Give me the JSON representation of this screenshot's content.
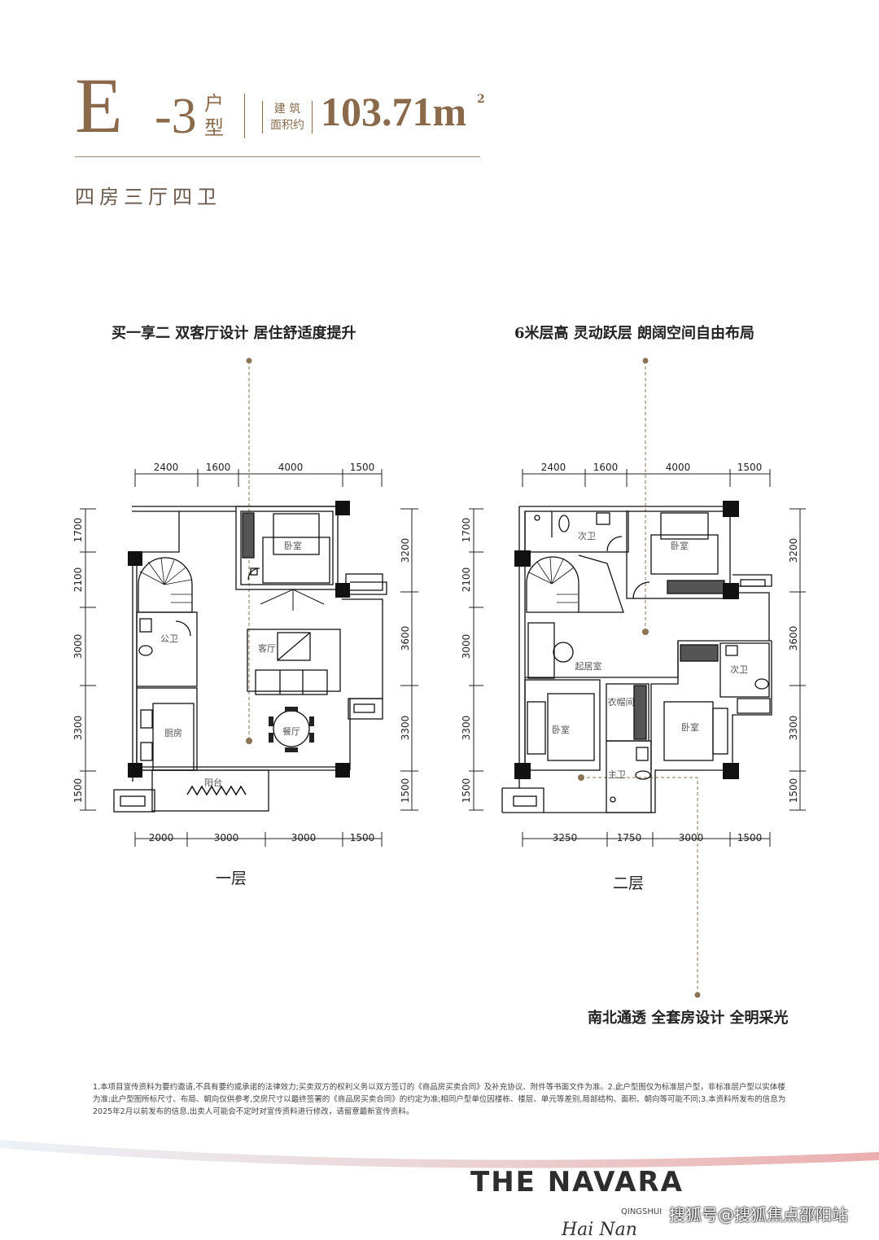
{
  "header": {
    "unit_letter": "E",
    "unit_number": "-3",
    "unit_suffix": "户型",
    "area_label_line1": "建 筑",
    "area_label_line2": "面积约",
    "area_value": "103.71m",
    "area_unit_sup": "2",
    "layout": "四房三厅四卫"
  },
  "captions": {
    "left": "买一享二 双客厅设计 居住舒适度提升",
    "right": "6米层高 灵动跃层 朗阔空间自由布局",
    "bottom": "南北通透 全套房设计 全明采光"
  },
  "floor1": {
    "label": "一层",
    "dims_top": [
      "2400",
      "1600",
      "4000",
      "1500"
    ],
    "dims_bottom": [
      "2000",
      "3000",
      "3000",
      "1500"
    ],
    "dims_left": [
      "1700",
      "2100",
      "3000",
      "3300",
      "1500"
    ],
    "dims_right": [
      "3200",
      "3600",
      "3300",
      "1500"
    ],
    "rooms": {
      "bedroom": "卧室",
      "living": "客厅",
      "bath": "公卫",
      "kitchen": "厨房",
      "dining": "餐厅",
      "balcony": "阳台"
    }
  },
  "floor2": {
    "label": "二层",
    "dims_top": [
      "2400",
      "1600",
      "4000",
      "1500"
    ],
    "dims_bottom": [
      "3250",
      "1750",
      "3000",
      "1500"
    ],
    "dims_left": [
      "1700",
      "2100",
      "3000",
      "3300",
      "1500"
    ],
    "dims_right": [
      "3200",
      "3600",
      "3300",
      "1500"
    ],
    "rooms": {
      "bath2_top": "次卫",
      "bedroom_top": "卧室",
      "family": "起居室",
      "bedroom_left": "卧室",
      "closet": "衣帽间",
      "bedroom_right": "卧室",
      "bath2_right": "次卫",
      "master_bath": "主卫"
    }
  },
  "disclaimer": "1.本项目宣传资料为要约邀请,不具有要约或承诺的法律效力;买卖双方的权利义务以双方签订的《商品房买卖合同》及补充协议、附件等书面文件为准。2.此户型图仅为标准层户型，非标准层户型以实体楼为准;此户型图所标尺寸、布局、朝向仅供参考,交房尺寸以最终签署的《商品房买卖合同》的约定为准;相同户型单位因楼栋、楼层、单元等差别,局部结构、面积、朝向等可能不同;3.本资料所发布的信息为2025年2月以前发布的信息,出卖人可能会不定时对宣传资料进行修改，请留意最新宣传资料。",
  "brand": {
    "name": "THE NAVARA",
    "sub": "QINGSHUI",
    "script": "Hai Nan"
  },
  "watermark": "搜狐号@搜狐焦点邵阳站",
  "colors": {
    "accent": "#8a6a4b",
    "dot": "#8b7355"
  }
}
